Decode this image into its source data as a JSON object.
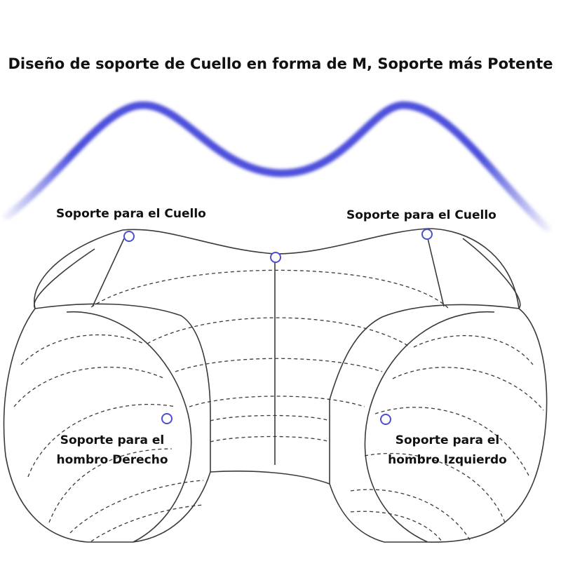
{
  "title": "Diseño de soporte de Cuello en forma de M, Soporte más Potente",
  "labels": {
    "neck_left": "Soporte para el Cuello",
    "neck_right": "Soporte para el Cuello",
    "shoulder_right": {
      "line1": "Soporte para el",
      "line2": "hombro Derecho"
    },
    "shoulder_left": {
      "line1": "Soporte para el",
      "line2": "hombro Izquierdo"
    }
  },
  "colors": {
    "wave": "#3a3fd8",
    "outline": "#3a3a3a",
    "marker": "#4a4fcf",
    "text": "#111111",
    "background": "#ffffff"
  }
}
